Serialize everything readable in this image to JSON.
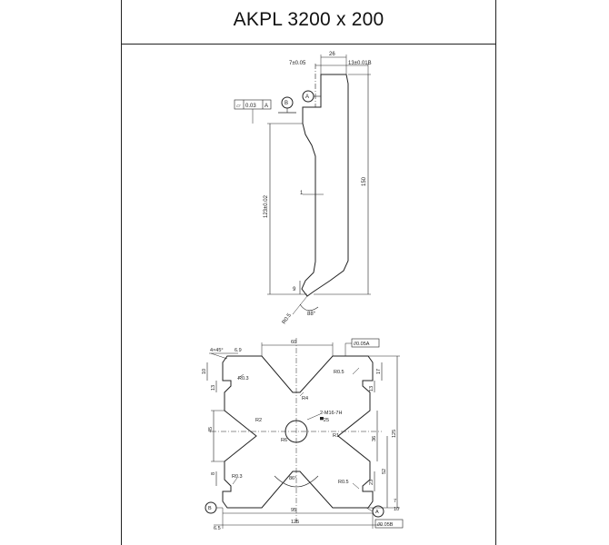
{
  "title": "AKPL 3200 x 200",
  "upper_tool": {
    "width": "26",
    "offset": "7±0.05",
    "tolerance": "13±0.01B",
    "height": "150",
    "length": "123±0.02",
    "neck": "1",
    "tip": "9",
    "tip_radius": "R0.5",
    "angle": "88°",
    "flatness_symbol": "⏥",
    "flatness_value": "0.03",
    "flatness_datum": "A",
    "datum_a": "A",
    "datum_b": "B"
  },
  "die": {
    "top_width": "60",
    "chamfer": "4×45°",
    "top_tol": "6.9",
    "parallel_top": "//0.05A",
    "parallel_bottom": "//0.05B",
    "hole_spec": "2-M16-7H",
    "dim_left_top": "10",
    "dim_left_mid": "13",
    "radius_r03_top": "R0.3",
    "radius_r03_bottom": "R0.3",
    "radius_r05_top": "R0.5",
    "radius_r05_bottom": "R0.5",
    "radius_r4": "R4",
    "dim_45": "45",
    "dim_r2": "R2",
    "dim_r6": "R6",
    "dim_r1": "R1",
    "angle_86": "86°",
    "dim_8": "8",
    "dim_13_right": "13",
    "dim_17": "17",
    "dim_36": "36",
    "dim_52": "52",
    "dim_125_right": "125",
    "dim_95": "95",
    "dim_125_bottom": "125",
    "dim_23": "23",
    "dim_7": "7",
    "dim_10_bottom": "10",
    "dim_6_5": "6.5",
    "datum_a": "A",
    "datum_b": "B",
    "hole_mark": "▀25"
  }
}
